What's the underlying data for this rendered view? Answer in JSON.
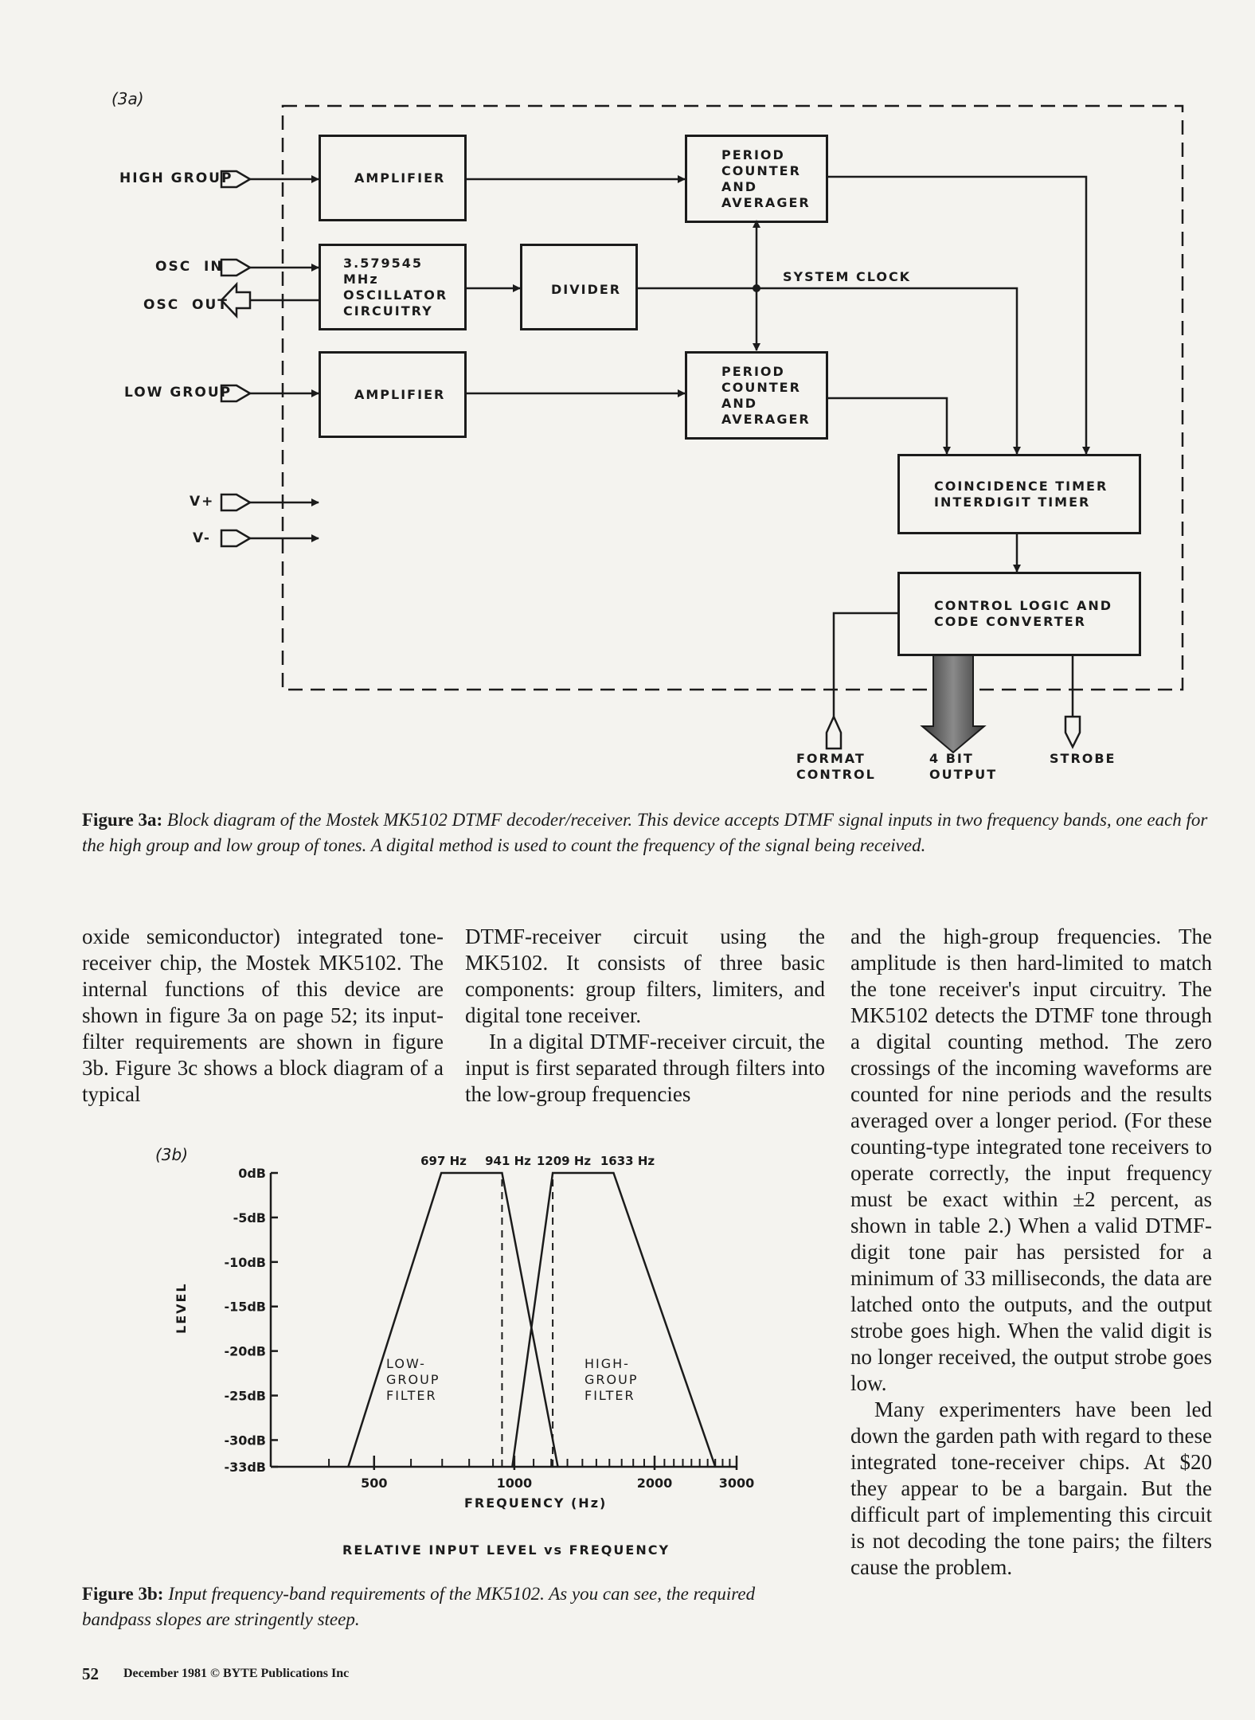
{
  "fig3a": {
    "tag": "(3a)",
    "inputs": {
      "high_group": "HIGH GROUP",
      "osc_in": "OSC  IN",
      "osc_out": "OSC  OUT",
      "low_group": "LOW GROUP",
      "v_plus": "V+",
      "v_minus": "V-"
    },
    "blocks": {
      "amp_high": "AMPLIFIER",
      "oscillator": "3.579545 MHz\nOSCILLATOR\nCIRCUITRY",
      "divider": "DIVIDER",
      "amp_low": "AMPLIFIER",
      "counter_high": "PERIOD\nCOUNTER\nAND\nAVERAGER",
      "counter_low": "PERIOD\nCOUNTER\nAND\nAVERAGER",
      "coincidence": "COINCIDENCE TIMER\nINTERDIGIT TIMER",
      "control": "CONTROL LOGIC AND\nCODE CONVERTER"
    },
    "system_clock": "SYSTEM CLOCK",
    "outputs": {
      "format_control": "FORMAT\nCONTROL",
      "bit_output": "4 BIT\nOUTPUT",
      "strobe": "STROBE"
    },
    "caption_label": "Figure 3a:",
    "caption_text": " Block diagram of the Mostek MK5102 DTMF decoder/receiver. This device accepts DTMF signal inputs in two frequency bands, one each for the high group and low group of tones. A digital method is used to count the frequency of the signal being received."
  },
  "fig3b": {
    "tag": "(3b)",
    "ylabel": "LEVEL",
    "xlabel": "FREQUENCY (Hz)",
    "title": "RELATIVE INPUT LEVEL vs FREQUENCY",
    "freq_labels": [
      "697 Hz",
      "941 Hz",
      "1209 Hz",
      "1633 Hz"
    ],
    "low_filter": "LOW-\nGROUP\nFILTER",
    "high_filter": "HIGH-\nGROUP\nFILTER",
    "caption_label": "Figure 3b:",
    "caption_text": " Input frequency-band requirements of the MK5102. As you can see, the required bandpass slopes are stringently steep."
  },
  "chart_data": {
    "type": "line",
    "title": "RELATIVE INPUT LEVEL vs FREQUENCY",
    "xlabel": "FREQUENCY (Hz)",
    "ylabel": "LEVEL",
    "x_scale": "log",
    "xlim": [
      300,
      3000
    ],
    "ylim": [
      -33,
      0
    ],
    "yticks": [
      "0dB",
      "-5dB",
      "-10dB",
      "-15dB",
      "-20dB",
      "-25dB",
      "-30dB",
      "-33dB"
    ],
    "ytick_values": [
      0,
      -5,
      -10,
      -15,
      -20,
      -25,
      -30,
      -33
    ],
    "xticks": [
      "500",
      "1000",
      "2000",
      "3000"
    ],
    "xtick_values": [
      500,
      1000,
      2000,
      3000
    ],
    "grid": false,
    "series": [
      {
        "name": "LOW-GROUP FILTER",
        "x": [
          440,
          697,
          941,
          1240
        ],
        "y": [
          -33,
          0,
          0,
          -33
        ]
      },
      {
        "name": "HIGH-GROUP FILTER",
        "x": [
          990,
          1209,
          1633,
          2700
        ],
        "y": [
          -33,
          0,
          0,
          -33
        ]
      }
    ]
  },
  "body": {
    "col1": "oxide semiconductor) integrated tone-receiver chip, the Mostek MK5102. The internal functions of this device are shown in figure 3a on page 52; its input-filter requirements are shown in figure 3b. Figure 3c shows a block diagram of a typical",
    "col2_p1": "DTMF-receiver circuit using the MK5102. It consists of three basic components: group filters, limiters, and digital tone receiver.",
    "col2_p2": "In a digital DTMF-receiver circuit, the input is first separated through filters into the low-group frequencies",
    "col3_p1": "and the high-group frequencies. The amplitude is then hard-limited to match the tone receiver's input circuitry. The MK5102 detects the DTMF tone through a digital counting method. The zero crossings of the incoming waveforms are counted for nine periods and the results averaged over a longer period. (For these counting-type integrated tone receivers to operate correctly, the input frequency must be exact within ±2 percent, as shown in table 2.) When a valid DTMF-digit tone pair has persisted for a minimum of 33 milliseconds, the data are latched onto the outputs, and the output strobe goes high. When the valid digit is no longer received, the output strobe goes low.",
    "col3_p2": "Many experimenters have been led down the garden path with regard to these integrated tone-receiver chips. At $20 they appear to be a bargain. But the difficult part of implementing this circuit is not decoding the tone pairs; the filters cause the problem."
  },
  "footer": {
    "page": "52",
    "text": "December 1981 © BYTE Publications Inc"
  }
}
